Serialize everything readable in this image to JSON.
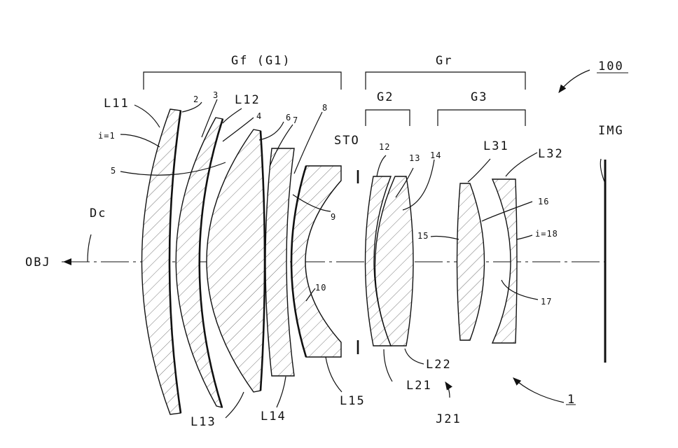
{
  "labels": {
    "group_front": "Gf (G1)",
    "group_rear": "Gr",
    "group_2": "G2",
    "group_3": "G3",
    "ref_100": "100",
    "ref_1": "1",
    "obj": "OBJ",
    "dc": "Dc",
    "img": "IMG",
    "sto": "STO",
    "j21": "J21",
    "L11": "L11",
    "L12": "L12",
    "L13": "L13",
    "L14": "L14",
    "L15": "L15",
    "L21": "L21",
    "L22": "L22",
    "L31": "L31",
    "L32": "L32"
  },
  "surfaces": {
    "s1": "i=1",
    "s2": "2",
    "s3": "3",
    "s4": "4",
    "s5": "5",
    "s6": "6",
    "s7": "7",
    "s8": "8",
    "s9": "9",
    "s10": "10",
    "s12": "12",
    "s13": "13",
    "s14": "14",
    "s15": "15",
    "s16": "16",
    "s17": "17",
    "s18": "i=18"
  }
}
